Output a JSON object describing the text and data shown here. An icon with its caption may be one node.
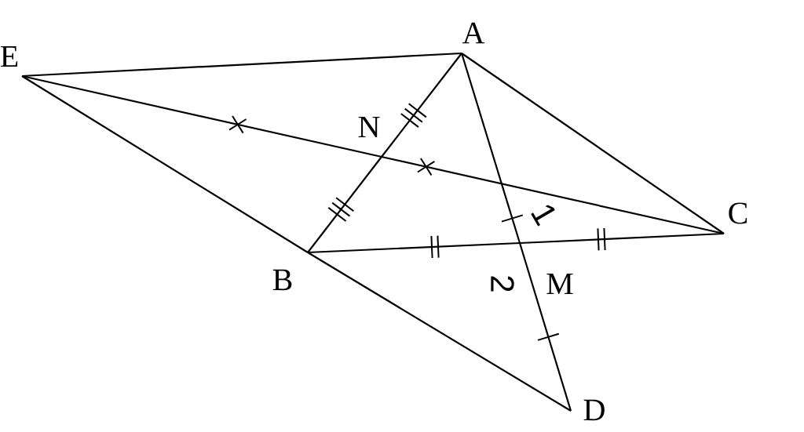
{
  "diagram": {
    "nodes": [
      {
        "text": [
          "A"
        ]
      },
      {
        "text": [
          "E"
        ]
      },
      {
        "text": [
          "N"
        ]
      },
      {
        "text": [
          "C"
        ]
      },
      {
        "text": [
          "B"
        ]
      },
      {
        "text": [
          "M"
        ]
      },
      {
        "text": [
          "D"
        ]
      }
    ],
    "edges": [
      {
        "from": 1,
        "to": 0,
        "arrow": "none"
      },
      {
        "from": 0,
        "to": 3,
        "arrow": "none"
      },
      {
        "from": 0,
        "to": 2,
        "arrow": "none"
      },
      {
        "from": 2,
        "to": 4,
        "arrow": "none"
      },
      {
        "from": 1,
        "to": 2,
        "arrow": "none"
      },
      {
        "from": 2,
        "to": 3,
        "arrow": "none"
      },
      {
        "from": 0,
        "to": 5,
        "arrow": "none"
      },
      {
        "from": 5,
        "to": 6,
        "arrow": "none"
      },
      {
        "from": 4,
        "to": 5,
        "arrow": "none"
      },
      {
        "from": 5,
        "to": 3,
        "arrow": "none"
      },
      {
        "from": 1,
        "to": 4,
        "arrow": "none"
      },
      {
        "from": 4,
        "to": 6,
        "arrow": "none"
      }
    ],
    "labels": [
      "1",
      "2"
    ]
  }
}
